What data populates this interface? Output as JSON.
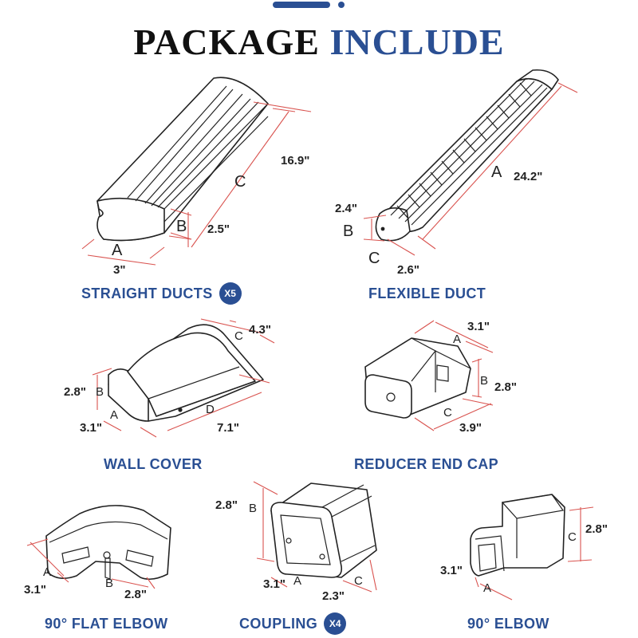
{
  "title": {
    "word1": "PACKAGE",
    "word2": "INCLUDE"
  },
  "colors": {
    "accent": "#2a4f93",
    "dimension_line": "#d9534f",
    "outline": "#222222"
  },
  "items": [
    {
      "caption": "STRAIGHT DUCTS",
      "badge": "X5",
      "dims": {
        "a": "3\"",
        "b": "2.5\"",
        "c": "16.9\""
      },
      "letters": {
        "a": "A",
        "b": "B",
        "c": "C"
      }
    },
    {
      "caption": "FLEXIBLE DUCT",
      "dims": {
        "a": "24.2\"",
        "b": "2.4\"",
        "c": "2.6\""
      },
      "letters": {
        "a": "A",
        "b": "B",
        "c": "C"
      }
    },
    {
      "caption": "WALL COVER",
      "dims": {
        "a": "3.1\"",
        "b": "2.8\"",
        "c": "4.3\"",
        "d": "7.1\""
      },
      "letters": {
        "a": "A",
        "b": "B",
        "c": "C",
        "d": "D"
      }
    },
    {
      "caption": "REDUCER END CAP",
      "dims": {
        "a": "3.1\"",
        "b": "2.8\"",
        "c": "3.9\""
      },
      "letters": {
        "a": "A",
        "b": "B",
        "c": "C"
      }
    },
    {
      "caption": "90° FLAT ELBOW",
      "dims": {
        "a": "3.1\"",
        "b": "2.8\""
      },
      "letters": {
        "a": "A",
        "b": "B"
      }
    },
    {
      "caption": "COUPLING",
      "badge": "X4",
      "dims": {
        "a": "3.1\"",
        "b": "2.8\"",
        "c": "2.3\""
      },
      "letters": {
        "a": "A",
        "b": "B",
        "c": "C"
      }
    },
    {
      "caption": "90° ELBOW",
      "dims": {
        "a": "3.1\"",
        "c": "2.8\""
      },
      "letters": {
        "a": "A",
        "c": "C"
      }
    }
  ]
}
